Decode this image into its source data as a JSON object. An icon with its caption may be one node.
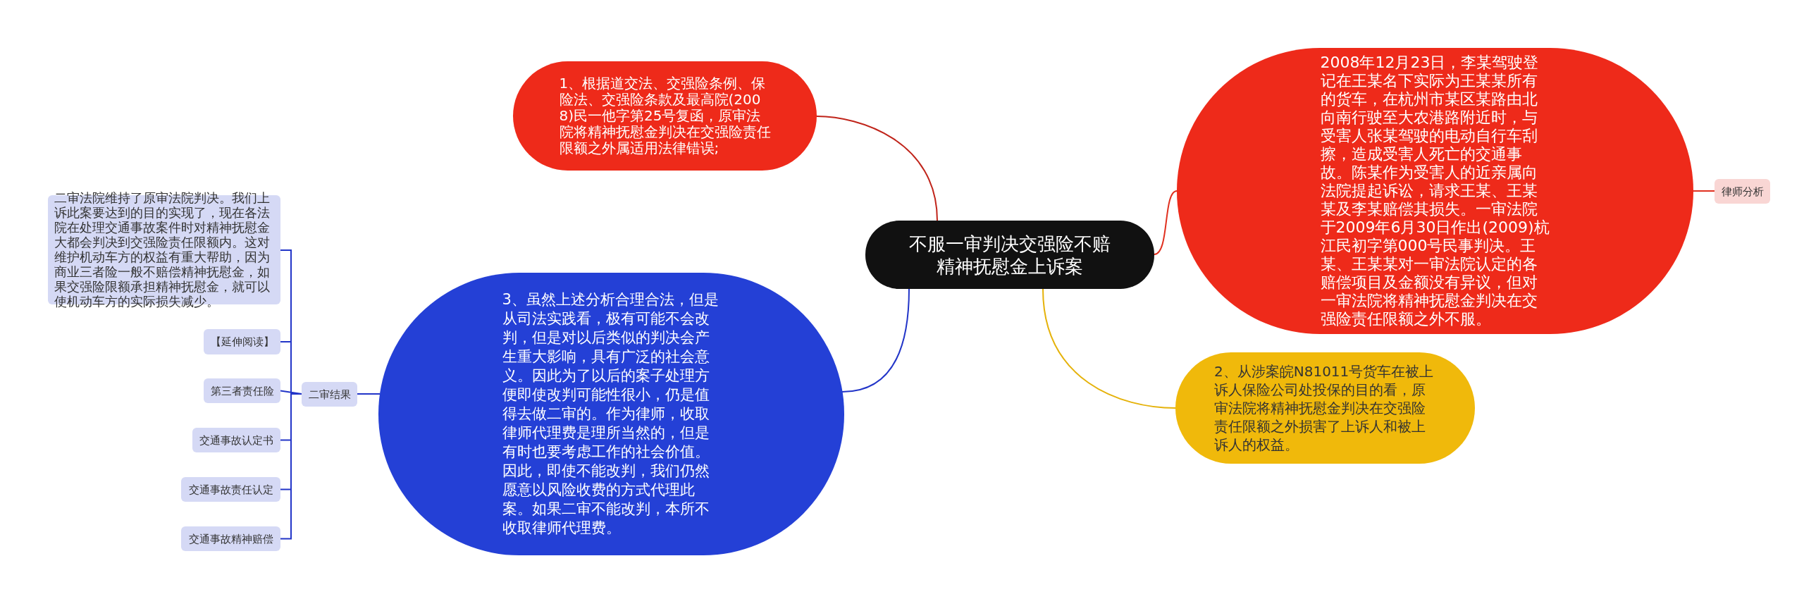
{
  "diagram": {
    "nodes": [
      {
        "text": [
          "不服一审判决交强险不赔精神抚慰金上诉案"
        ]
      },
      {
        "text": [
          "1、根据道交法、交强险条例、保险法、交强险条款及最高院(2008)民一他字第25号复函，原审法院将精神抚慰金判决在交强险责任限额之外属适用法律错误;"
        ]
      },
      {
        "text": [
          "2008年12月23日，李某驾驶登记在王某名下实际为王某某所有的货车，在杭州市某区某路由北向南行驶至大农港路附近时，与受害人张某驾驶的电动自行车刮擦，造成受害人死亡的交通事故。陈某作为受害人的近亲属向法院提起诉讼，请求王某、王某某及李某赔偿其损失。一审法院于2009年6月30日作出(2009)杭江民初字第000号民事判决。王某、王某某对一审法院认定的各赔偿项目及金额没有异议，但对一审法院将精神抚慰金判决在交强险责任限额之外不服。"
        ]
      },
      {
        "text": [
          "律师分析"
        ]
      },
      {
        "text": [
          "2、从涉案皖N81011号货车在被上诉人保险公司处投保的目的看，原审法院将精神抚慰金判决在交强险责任限额之外损害了上诉人和被上诉人的权益。"
        ]
      },
      {
        "text": [
          "3、虽然上述分析合理合法，但是从司法实践看，极有可能不会改判，但是对以后类似的判决会产生重大影响，具有广泛的社会意义。因此为了以后的案子处理方便即使改判可能性很小，仍是值得去做二审的。作为律师，收取律师代理费是理所当然的，但是有时也要考虑工作的社会价值。因此，即使不能改判，我们仍然愿意以风险收费的方式代理此案。如果二审不能改判，本所不收取律师代理费。"
        ]
      },
      {
        "text": [
          "二审结果"
        ]
      },
      {
        "text": [
          "二审法院维持了原审法院判决。我们上诉此案要达到的目的实现了，现在各法院在处理交通事故案件时对精神抚慰金大都会判决到交强险责任限额内。这对维护机动车方的权益有重大帮助，因为商业三者险一般不赔偿精神抚慰金，如果交强险限额承担精神抚慰金，就可以使机动车方的实际损失减少。"
        ]
      },
      {
        "text": [
          "【延伸阅读】"
        ]
      },
      {
        "text": [
          "第三者责任险"
        ]
      },
      {
        "text": [
          "交通事故认定书"
        ]
      },
      {
        "text": [
          "交通事故责任认定"
        ]
      },
      {
        "text": [
          "交通事故精神赔偿"
        ]
      }
    ],
    "edges": [
      {
        "from": 0,
        "to": 1,
        "arrow": "none",
        "color": "#c0241a"
      },
      {
        "from": 0,
        "to": 2,
        "arrow": "none",
        "color": "#e0301f"
      },
      {
        "from": 2,
        "to": 3,
        "arrow": "none",
        "color": "#e0301f"
      },
      {
        "from": 0,
        "to": 4,
        "arrow": "none",
        "color": "#e5b20a"
      },
      {
        "from": 0,
        "to": 5,
        "arrow": "none"
      },
      {
        "from": 5,
        "to": 6,
        "arrow": "none"
      },
      {
        "from": 6,
        "to": 7,
        "arrow": "none"
      },
      {
        "from": 6,
        "to": 8,
        "arrow": "none"
      },
      {
        "from": 6,
        "to": 9,
        "arrow": "none"
      },
      {
        "from": 6,
        "to": 10,
        "arrow": "none"
      },
      {
        "from": 6,
        "to": 11,
        "arrow": "none"
      },
      {
        "from": 6,
        "to": 12,
        "arrow": "none"
      }
    ]
  }
}
